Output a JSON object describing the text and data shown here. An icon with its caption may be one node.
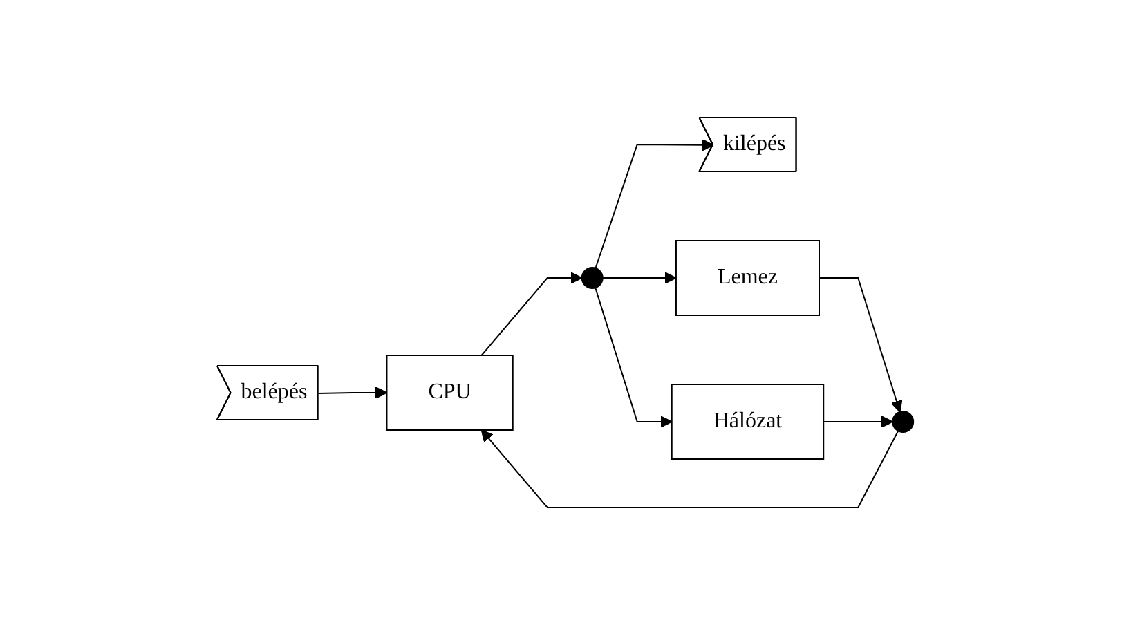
{
  "diagram": {
    "nodes": [
      {
        "text": [
          "belépés"
        ]
      },
      {
        "text": [
          "CPU"
        ]
      },
      {
        "text": [],
        "shape": "circle"
      },
      {
        "text": [
          "kilépés"
        ]
      },
      {
        "text": [
          "Lemez"
        ]
      },
      {
        "text": [
          "Hálózat"
        ]
      },
      {
        "text": [],
        "shape": "circle"
      }
    ],
    "edges": [
      {
        "from": 0,
        "to": 1,
        "arrow": "to"
      },
      {
        "from": 1,
        "to": 2,
        "arrow": "to"
      },
      {
        "from": 2,
        "to": 3,
        "arrow": "to"
      },
      {
        "from": 2,
        "to": 4,
        "arrow": "to"
      },
      {
        "from": 2,
        "to": 5,
        "arrow": "to"
      },
      {
        "from": 4,
        "to": 6,
        "arrow": "to"
      },
      {
        "from": 5,
        "to": 6,
        "arrow": "to"
      },
      {
        "from": 6,
        "to": 1,
        "arrow": "to"
      }
    ]
  }
}
